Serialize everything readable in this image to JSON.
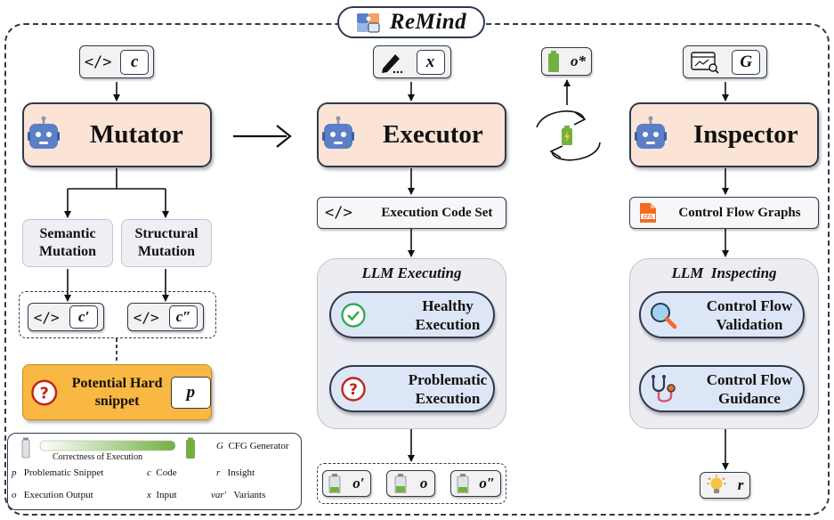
{
  "title": "ReMind",
  "agents": {
    "mutator": "Mutator",
    "executor": "Executor",
    "inspector": "Inspector"
  },
  "inputs": {
    "mutator": "c",
    "executor": "x",
    "inspector": "G",
    "optimal": "o*"
  },
  "mutations": {
    "semantic": "Semantic Mutation",
    "structural": "Structural Mutation",
    "variant_1": "c′",
    "variant_2": "c″"
  },
  "hard_snippet": {
    "label": "Potential Hard snippet",
    "symbol": "p"
  },
  "executor_flow": {
    "code_set": "Execution Code Set",
    "panel_title": "LLM Executing",
    "healthy": "Healthy Execution",
    "problematic": "Problematic Execution",
    "outputs": [
      "o′",
      "o",
      "o″"
    ]
  },
  "inspector_flow": {
    "cfg": "Control Flow Graphs",
    "cfg_badge": "CFG",
    "panel_title": "LLM  Inspecting",
    "validation": "Control Flow Validation",
    "guidance": "Control Flow Guidance",
    "output": "r"
  },
  "legend": {
    "bar_label": "Correctness of Execution",
    "items": [
      {
        "sym": "G",
        "text": "CFG Generator"
      },
      {
        "sym": "p",
        "text": "Problematic Snippet"
      },
      {
        "sym": "c",
        "text": "Code"
      },
      {
        "sym": "r",
        "text": "Insight"
      },
      {
        "sym": "o",
        "text": "Execution Output"
      },
      {
        "sym": "x",
        "text": "Input"
      },
      {
        "sym": "var′",
        "text": "Variants"
      }
    ]
  },
  "colors": {
    "agent_fill": "#fbe3d5",
    "pill_fill": "#dde6f6",
    "hard_fill": "#f9b843",
    "battery_green": "#72b043",
    "robot_blue": "#5b7fc7",
    "stroke": "#2f3a4d"
  }
}
